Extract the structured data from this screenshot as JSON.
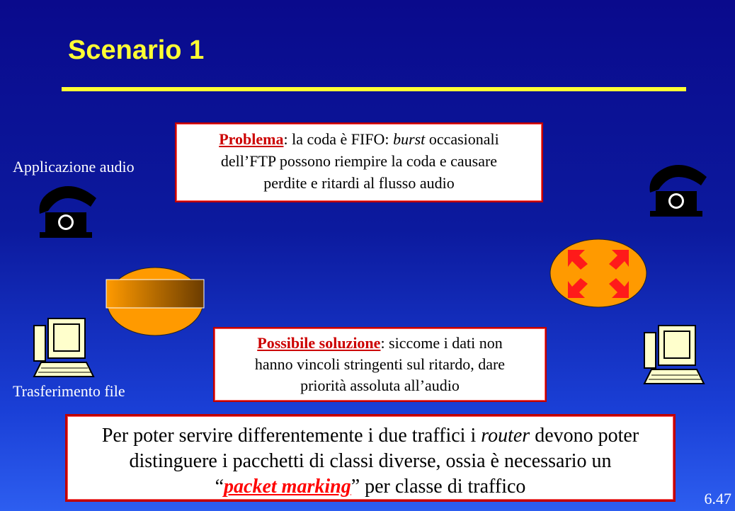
{
  "slide": {
    "title": "Scenario 1",
    "page_number": "6.47"
  },
  "labels": {
    "audio_app": "Applicazione audio",
    "file_transfer": "Trasferimento file"
  },
  "problem_box": {
    "heading": "Problema",
    "t1": ": la coda è FIFO: ",
    "burst": "burst",
    "t2": " occasionali",
    "line2": "dell’FTP possono riempire la coda e causare",
    "line3": "perdite e ritardi al flusso audio"
  },
  "solution_box": {
    "heading": "Possibile soluzione",
    "t1": ": siccome i dati non",
    "line2": "hanno vincoli stringenti sul ritardo, dare",
    "line3": "priorità assoluta all’audio"
  },
  "conclusion_box": {
    "line1a": "Per poter servire differentemente i due traffici i ",
    "router": "router",
    "line1b": " devono poter",
    "line2": "distinguere i pacchetti di classi diverse, ossia è necessario un",
    "open_quote": "“",
    "packet_marking": "packet marking",
    "close_rest": "” per classe di traffico"
  },
  "icons": [
    "telephone-icon",
    "telephone-icon",
    "computer-icon",
    "computer-icon",
    "router-icon",
    "router-icon"
  ],
  "colors": {
    "background_top": "#0a0a8c",
    "background_bottom": "#2d5ef0",
    "title": "#ffff33",
    "highlight": "#cc0000",
    "router_fill": "#ff9a00"
  }
}
